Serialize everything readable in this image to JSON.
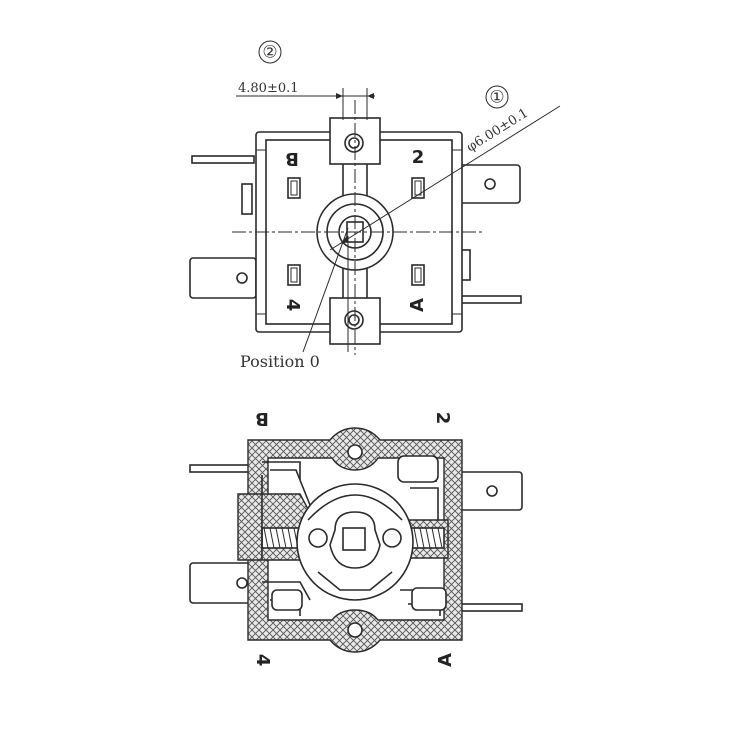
{
  "top_view": {
    "dim_width_label": "4.80±0.1",
    "dim_diameter_label": "φ6.00±0.1",
    "callout_1": "①",
    "callout_2": "②",
    "position_label": "Position 0",
    "terminal_top_left": "B",
    "terminal_top_right": "2",
    "terminal_bottom_left": "4",
    "terminal_bottom_right": "A"
  },
  "section_view": {
    "terminal_top_left": "B",
    "terminal_top_right": "2",
    "terminal_bottom_left": "4",
    "terminal_bottom_right": "A"
  }
}
